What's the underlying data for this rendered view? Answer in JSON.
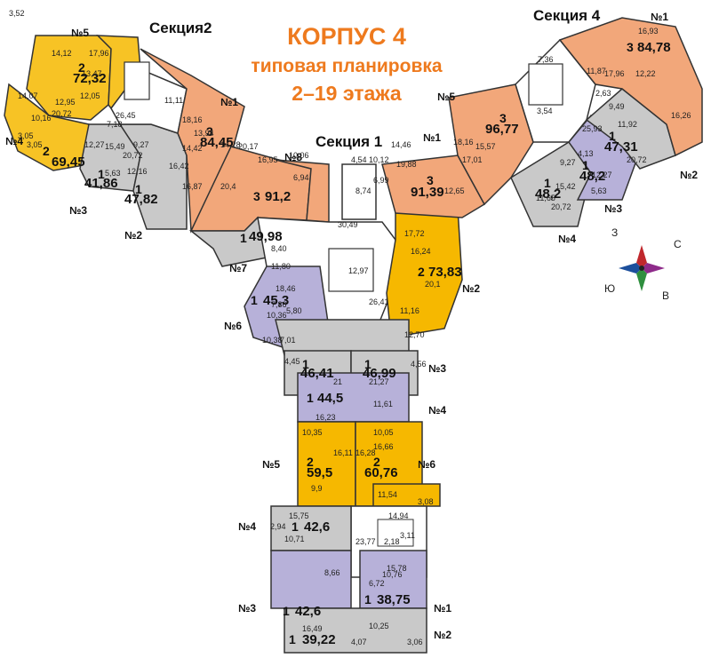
{
  "header": {
    "title": "КОРПУС 4",
    "subtitle1": "типовая планировка",
    "subtitle2": "2–19 этажа"
  },
  "sections": {
    "s1": "Секция 1",
    "s2": "Секция2",
    "s4": "Секция 4"
  },
  "compass": {
    "n": "С",
    "s": "Ю",
    "e": "В",
    "w": "З"
  },
  "colors": {
    "orange": "#f2a77a",
    "yellow": "#f7c325",
    "gold": "#f6b800",
    "lavender": "#b7b1d9",
    "gray": "#c9c9c9",
    "outline": "#333333",
    "title": "#ee7a1e"
  },
  "apartments": [
    {
      "no": "№5",
      "rooms": "2",
      "area": "72,32"
    },
    {
      "no": "№4",
      "rooms": "2",
      "area": "69,45"
    },
    {
      "no": "№3",
      "rooms": "1",
      "area": "41,86"
    },
    {
      "no": "№2",
      "rooms": "1",
      "area": "47,82"
    },
    {
      "no": "№1",
      "rooms": "3",
      "area": "84,45"
    },
    {
      "no": "№8",
      "rooms": "3",
      "area": "91,2"
    },
    {
      "no": "№7",
      "rooms": "1",
      "area": "49,98"
    },
    {
      "no": "№6",
      "rooms": "1",
      "area": "45,3"
    },
    {
      "no": "№1",
      "rooms": "3",
      "area": "91,39"
    },
    {
      "no": "№2",
      "rooms": "2",
      "area": "73,83"
    },
    {
      "no": "№5",
      "rooms": "3",
      "area": "96,77"
    },
    {
      "no": "№4",
      "rooms": "1",
      "area": "48,2"
    },
    {
      "no": "№3",
      "rooms": "1",
      "area": "48,2"
    },
    {
      "no": "№2",
      "rooms": "1",
      "area": "47,31"
    },
    {
      "no": "№1",
      "rooms": "3",
      "area": "84,78"
    },
    {
      "no": "№3",
      "rooms": "1",
      "area": "46,41"
    },
    {
      "no": "№3",
      "rooms": "1",
      "area": "46,99"
    },
    {
      "no": "№4",
      "rooms": "1",
      "area": "44,5"
    },
    {
      "no": "№5",
      "rooms": "2",
      "area": "59,5"
    },
    {
      "no": "№6",
      "rooms": "2",
      "area": "60,76"
    },
    {
      "no": "№4",
      "rooms": "1",
      "area": "42,6"
    },
    {
      "no": "№3",
      "rooms": "1",
      "area": "42,6"
    },
    {
      "no": "№1",
      "rooms": "1",
      "area": "38,75"
    },
    {
      "no": "№2",
      "rooms": "1",
      "area": "39,22"
    }
  ],
  "room_labels": [
    "14,12",
    "17,96",
    "13,47",
    "12,05",
    "12,95",
    "20,72",
    "10,16",
    "3,05",
    "14,07",
    "26,45",
    "7,18",
    "12,27",
    "15,49",
    "20,72",
    "5,63",
    "12,16",
    "9,27",
    "11,11",
    "18,16",
    "13,94",
    "14,42",
    "16,42",
    "16,87",
    "14,28",
    "20,17",
    "16,95",
    "20,4",
    "10,06",
    "6,94",
    "4,54",
    "8,74",
    "10,12",
    "6,99",
    "30,49",
    "12,97",
    "8,40",
    "11,80",
    "18,46",
    "7,86",
    "10,36",
    "5,80",
    "10,38",
    "7,01",
    "26,41",
    "17,72",
    "16,24",
    "20,1",
    "11,16",
    "12,70",
    "4,45",
    "21",
    "21,27",
    "4,56",
    "16,23",
    "11,61",
    "10,35",
    "10,05",
    "16,11",
    "16,28",
    "16,66",
    "9,9",
    "11,54",
    "15,75",
    "14,94",
    "23,77",
    "10,71",
    "8,66",
    "15,78",
    "10,76",
    "6,72",
    "16,49",
    "10,25",
    "14,46",
    "19,88",
    "18,16",
    "15,57",
    "17,01",
    "12,65",
    "11,65",
    "20,72",
    "15,42",
    "5,63",
    "12,27",
    "9,49",
    "11,92",
    "20,72",
    "16,26",
    "25,93",
    "11,87",
    "17,96",
    "12,22",
    "2,63",
    "16,93",
    "4,13",
    "7,36",
    "3,54",
    "3,05",
    "9,27",
    "4,07",
    "3,06",
    "2,94",
    "3,08",
    "3,11",
    "2,18",
    "3,52"
  ]
}
